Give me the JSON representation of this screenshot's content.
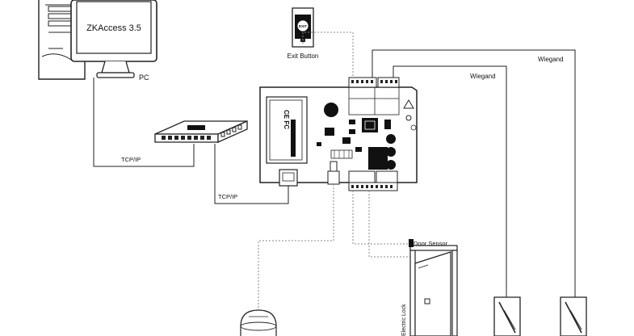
{
  "labels": {
    "pc_screen": "ZKAccess 3.5",
    "pc": "PC",
    "exit_button": "Exit Button",
    "exit_button_face": "EXIT",
    "hub": "HUB",
    "tcpip_top": "TCP/IP",
    "tcpip_bottom": "TCP/IP",
    "wiegand_1": "Wiegand",
    "wiegand_2": "Wiegand",
    "door_sensor": "Door Sensor",
    "electric_lock": "Electric Lock",
    "board_ce": "CE FC"
  },
  "colors": {
    "line": "#222222",
    "dotted": "#8a8a8a",
    "chip": "#111111",
    "board_fill": "#ffffff"
  },
  "icons": [
    "desktop-pc-icon",
    "network-hub-icon",
    "exit-button-icon",
    "controller-board-icon",
    "door-icon",
    "card-reader-icon",
    "alarm-siren-icon"
  ]
}
